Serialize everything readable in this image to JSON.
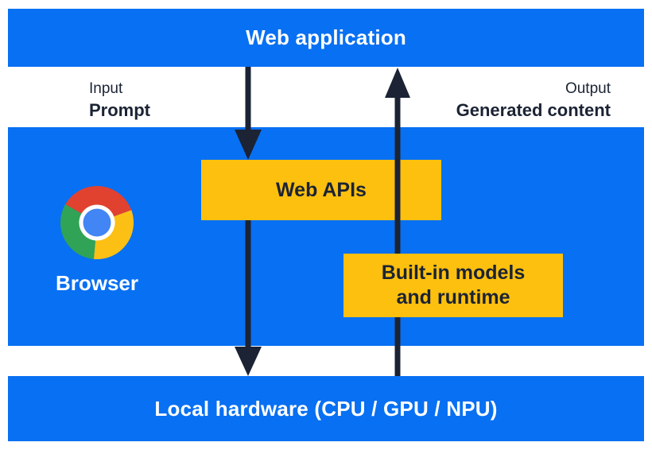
{
  "palette": {
    "section_blue": "#0870F2",
    "box_yellow": "#FDC00F",
    "ink_navy": "#1B2334",
    "background_white": "#FFFFFF"
  },
  "top_bar": {
    "label": "Web application"
  },
  "io": {
    "input_title": "Input",
    "input_value": "Prompt",
    "output_title": "Output",
    "output_value": "Generated content"
  },
  "browser": {
    "label": "Browser",
    "icon": "chrome-logo-icon",
    "icon_colors": {
      "red": "#E1422F",
      "yellow": "#FCC015",
      "green": "#30A357",
      "center_blue": "#4285F4",
      "ring": "#FFFFFF"
    }
  },
  "boxes": {
    "web_apis": {
      "label": "Web APIs"
    },
    "builtin": {
      "line1": "Built-in models",
      "line2": "and runtime"
    }
  },
  "arrows": {
    "color": "#1B2334",
    "down_meaning": "prompt flows from web application through Web APIs to local hardware",
    "up_meaning": "generated content flows from local hardware through built-in models and runtime to web application"
  },
  "bottom_bar": {
    "label": "Local hardware (CPU / GPU / NPU)"
  }
}
